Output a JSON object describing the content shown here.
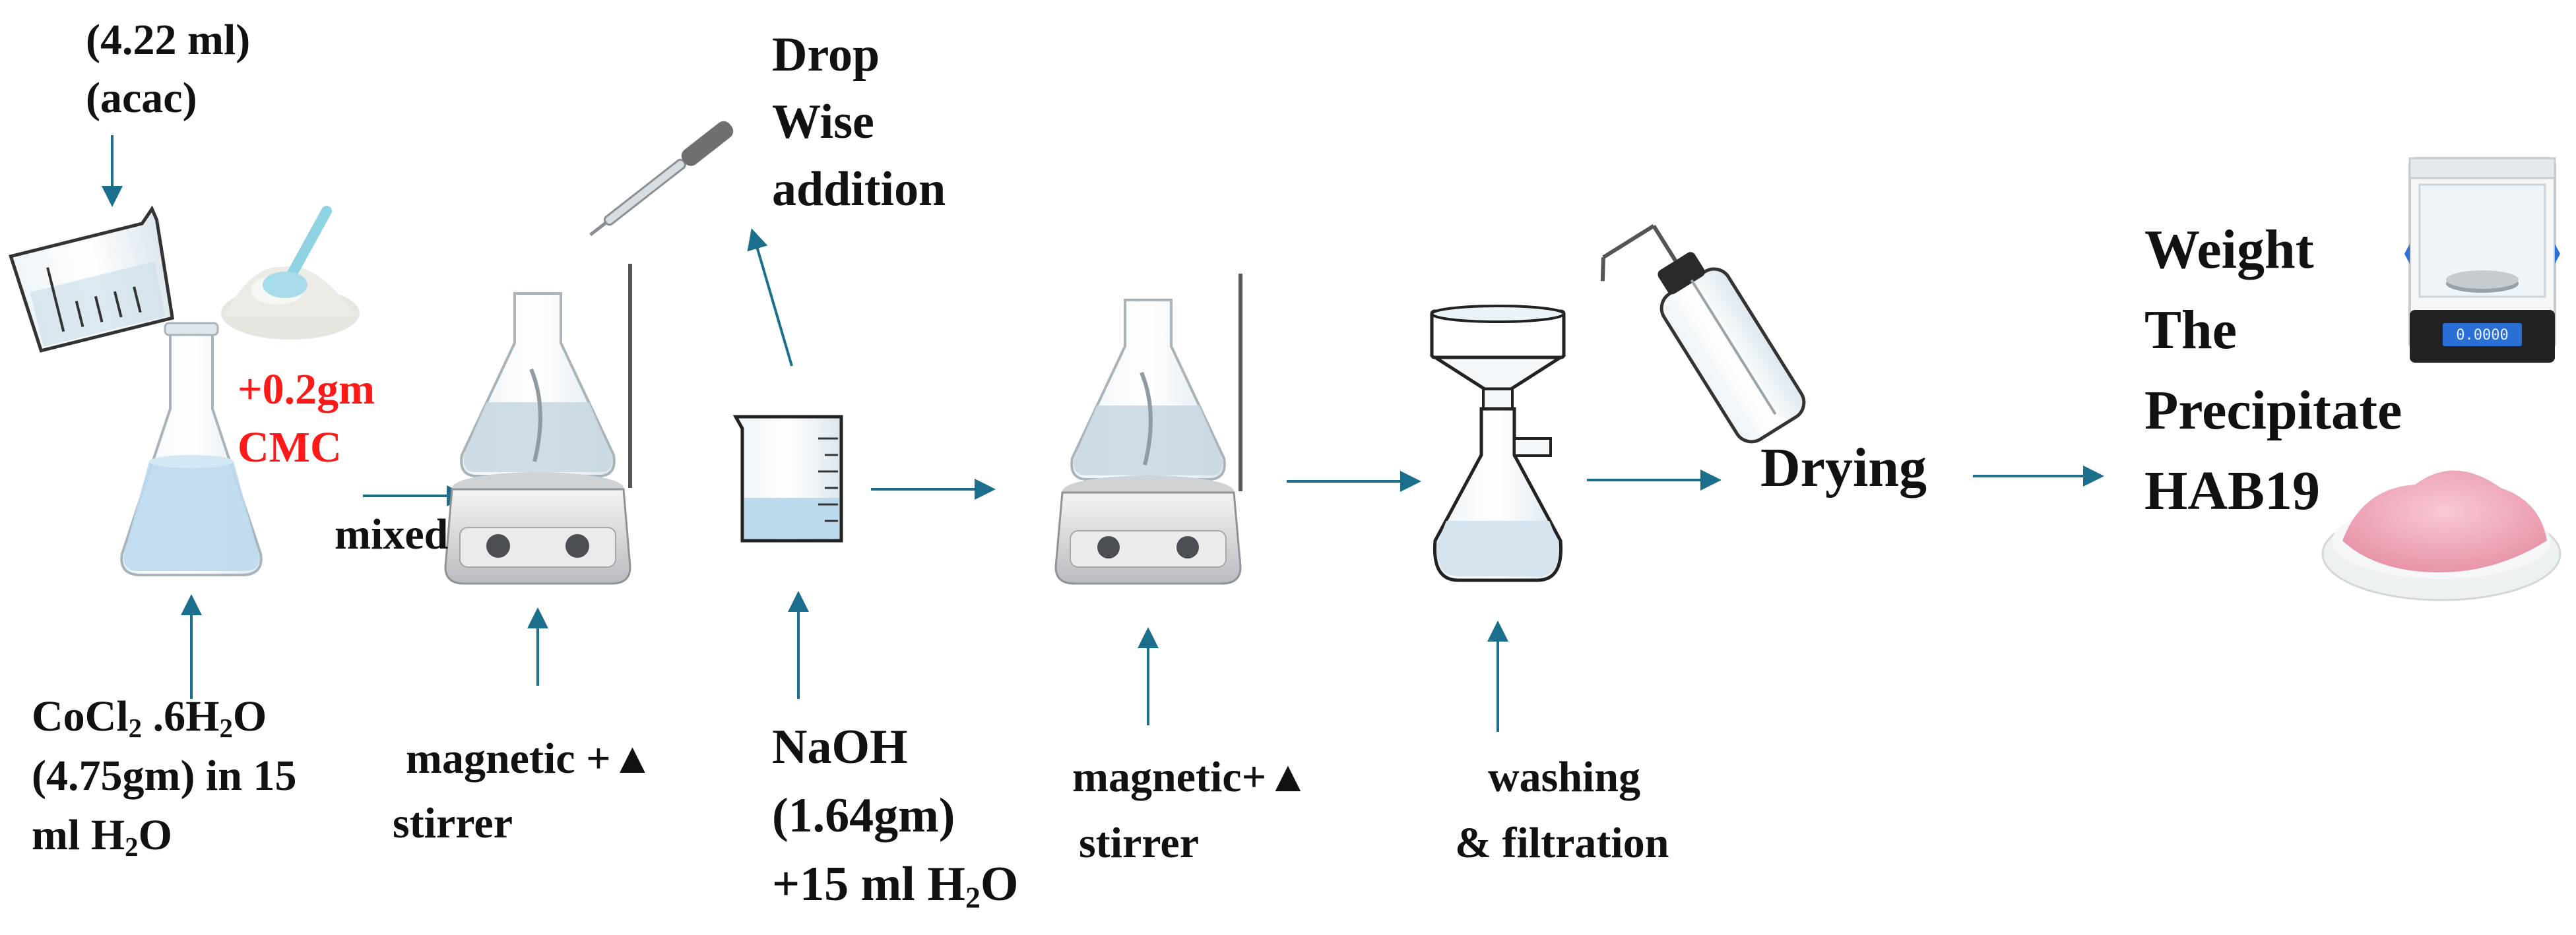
{
  "labels": {
    "acac_amount": "(4.22 ml)",
    "acac_name": "(acac)",
    "cmc_amount": "+0.2gm",
    "cmc_name": "CMC",
    "mixed": "mixed",
    "cocl_line1_a": "CoCl",
    "cocl_line1_sub": "2",
    "cocl_line1_b": " .6H",
    "cocl_line1_sub2": "2",
    "cocl_line1_c": "O",
    "cocl_line2": "(4.75gm) in 15",
    "cocl_line3_a": "ml H",
    "cocl_line3_sub": "2",
    "cocl_line3_b": "O",
    "stirrer1_line1": "magnetic +▲",
    "stirrer1_line2": "stirrer",
    "drop_line1": "Drop",
    "drop_line2": "Wise",
    "drop_line3": "addition",
    "naoh_line1": "NaOH",
    "naoh_line2": "(1.64gm)",
    "naoh_line3_a": "+15 ml H",
    "naoh_line3_sub": "2",
    "naoh_line3_b": "O",
    "stirrer2_line1": "magnetic+▲",
    "stirrer2_line2": "stirrer",
    "washing_line1": "washing",
    "washing_line2": "& filtration",
    "drying": "Drying",
    "weight_line1": "Weight",
    "weight_line2": "The",
    "weight_line3": "Precipitate",
    "weight_line4": "HAB19",
    "balance_display": "0.0000"
  },
  "colors": {
    "arrow": "#1b6f8c",
    "highlight_text": "#ff1a1a",
    "text": "#111111",
    "powder_white": "#ecebe6",
    "powder_pink": "#f3b8c6",
    "liquid_blue": "#bcd9ee",
    "balance_display": "#2a6fd6"
  },
  "icons": [
    "measuring-cup-icon",
    "white-powder-spoon-icon",
    "conical-flask-icon",
    "dropper-icon",
    "magnetic-stirrer-icon",
    "beaker-icon",
    "filtration-funnel-icon",
    "wash-bottle-icon",
    "analytical-balance-icon",
    "pink-powder-dish-icon"
  ]
}
